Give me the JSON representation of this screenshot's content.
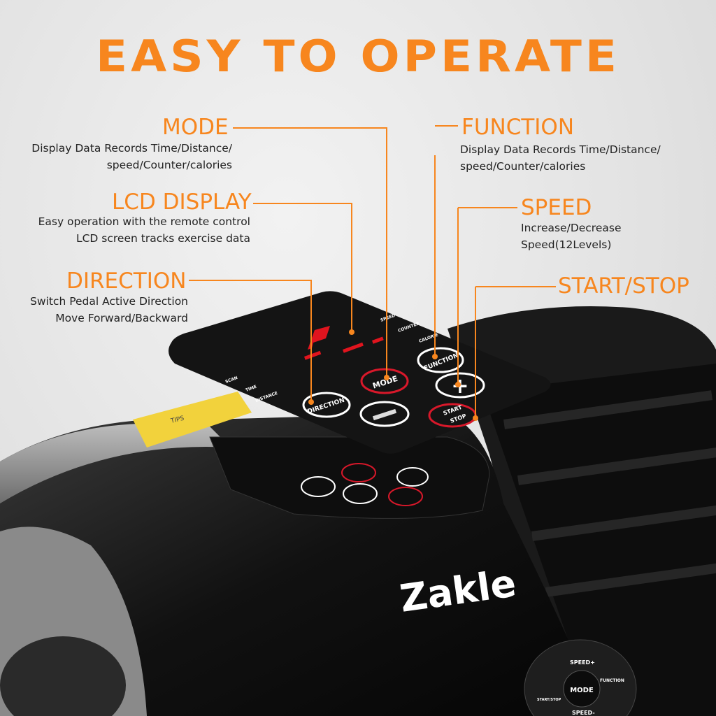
{
  "title": "EASY TO OPERATE",
  "callouts": {
    "mode": {
      "label": "MODE",
      "desc_lines": [
        "Display Data Records Time/Distance/",
        "speed/Counter/calories"
      ]
    },
    "lcd": {
      "label": "LCD DISPLAY",
      "desc_lines": [
        "Easy operation with the remote control",
        "LCD screen tracks exercise data"
      ]
    },
    "direction": {
      "label": "DIRECTION",
      "desc_lines": [
        "Switch Pedal Active Direction",
        "Move Forward/Backward"
      ]
    },
    "function": {
      "label": "FUNCTION",
      "desc_lines": [
        "Display Data Records Time/Distance/",
        "speed/Counter/calories"
      ]
    },
    "speed": {
      "label": "SPEED",
      "desc_lines": [
        "Increase/Decrease",
        "Speed(12Levels)"
      ]
    },
    "startstop": {
      "label": "START/STOP"
    }
  },
  "panel": {
    "indicators_left": [
      "SCAN",
      "TIME",
      "DISTANCE"
    ],
    "indicators_right": [
      "SPEED",
      "COUNTER",
      "CALORIE"
    ],
    "buttons": {
      "direction": "DIRECTION",
      "mode": "MODE",
      "function": "FUNCTION",
      "start": "START",
      "stop": "STOP"
    }
  },
  "brand": "Zakle",
  "remote": {
    "center": "MODE",
    "top": "SPEED+",
    "right": "FUNCTION",
    "left": "START/STOP",
    "bottom": "SPEED-"
  },
  "tips_label": "TIPS",
  "colors": {
    "accent": "#f7861e",
    "panel": "#141414",
    "led": "#e0141e",
    "button_red": "#d8182a"
  }
}
